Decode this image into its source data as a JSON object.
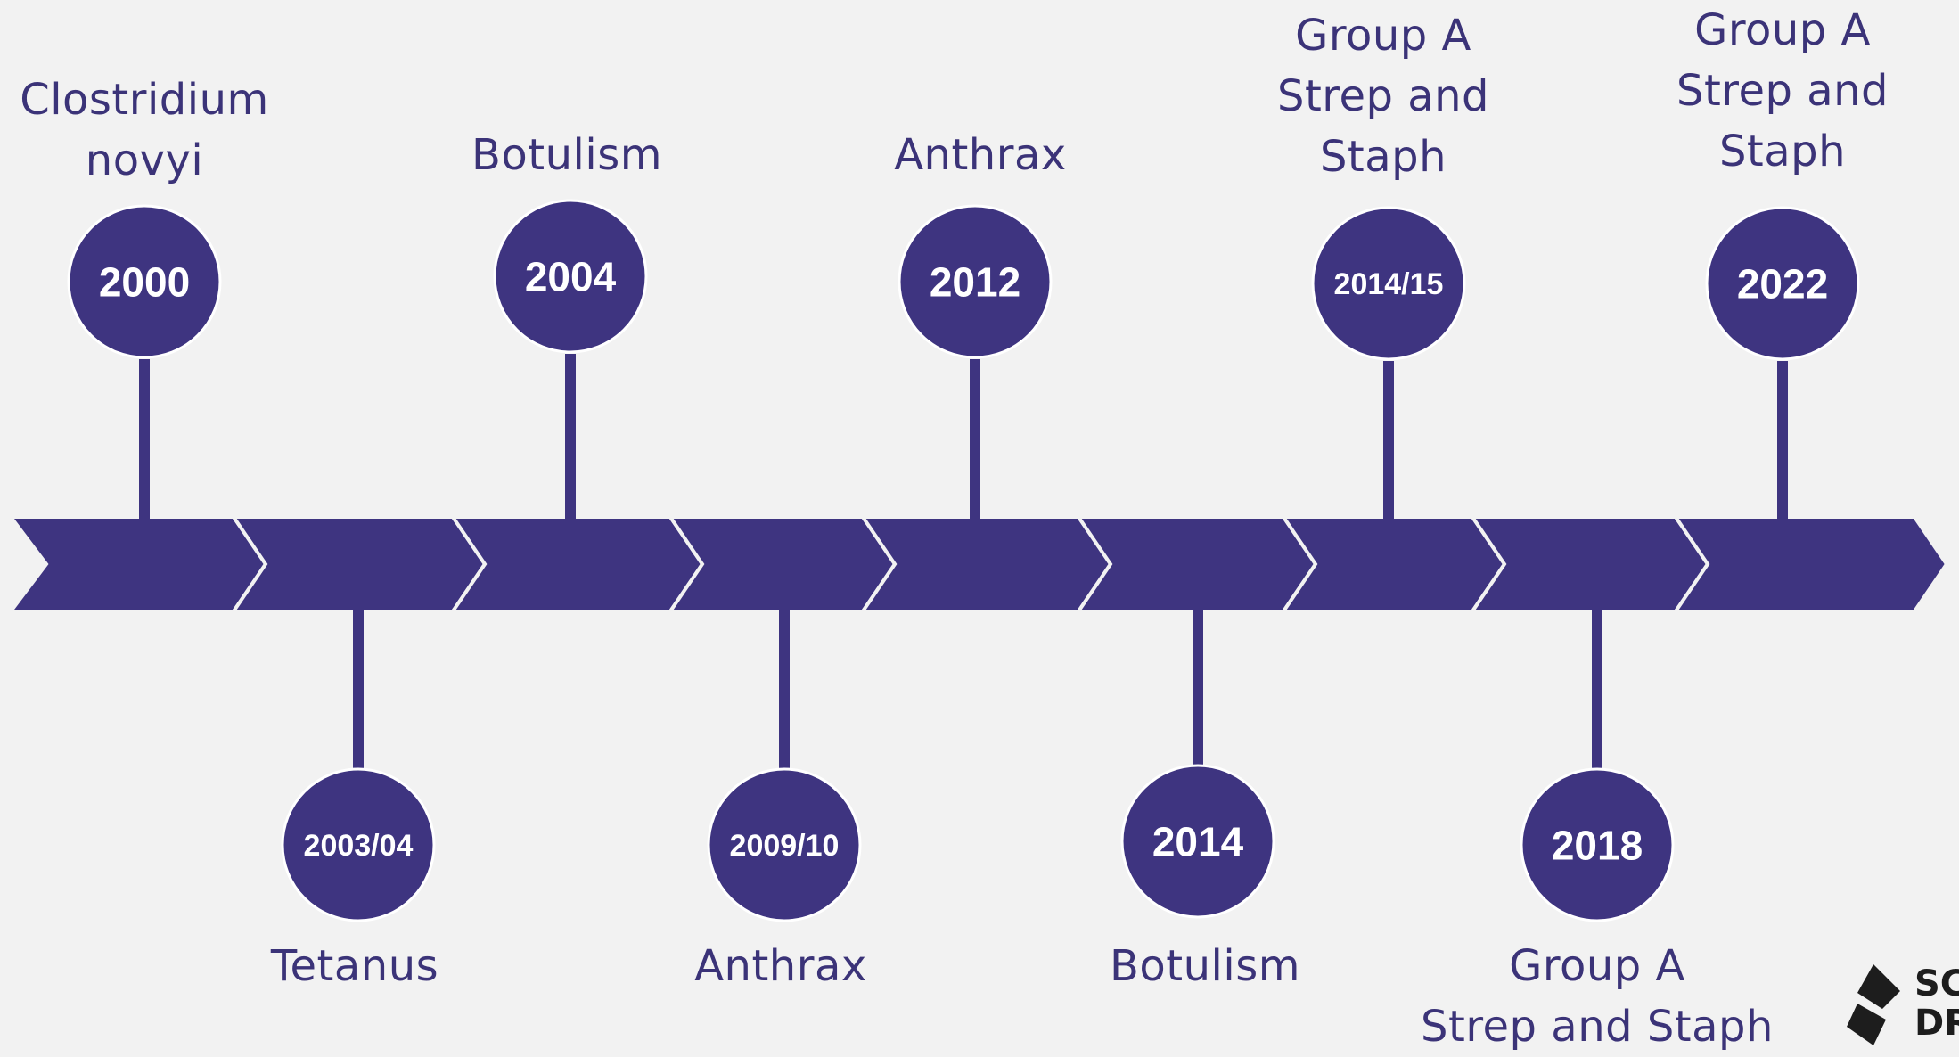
{
  "colors": {
    "accent": "#3e3480",
    "background": "#f2f2f2",
    "text": "#3b3378",
    "circle_text": "#ffffff"
  },
  "events": [
    {
      "year": "2000",
      "label": "Clostridium\nnovyi"
    },
    {
      "year": "2003/04",
      "label": "Tetanus"
    },
    {
      "year": "2004",
      "label": "Botulism"
    },
    {
      "year": "2009/10",
      "label": "Anthrax"
    },
    {
      "year": "2012",
      "label": "Anthrax"
    },
    {
      "year": "2014",
      "label": "Botulism"
    },
    {
      "year": "2014/15",
      "label": "Group A\nStrep and\nStaph"
    },
    {
      "year": "2018",
      "label": "Group A\nStrep and Staph"
    },
    {
      "year": "2022",
      "label": "Group A\nStrep and\nStaph"
    }
  ],
  "logo": {
    "icon": "scottish-drugs-logo-icon",
    "text": "SCOTTISH\nDRUGS"
  }
}
